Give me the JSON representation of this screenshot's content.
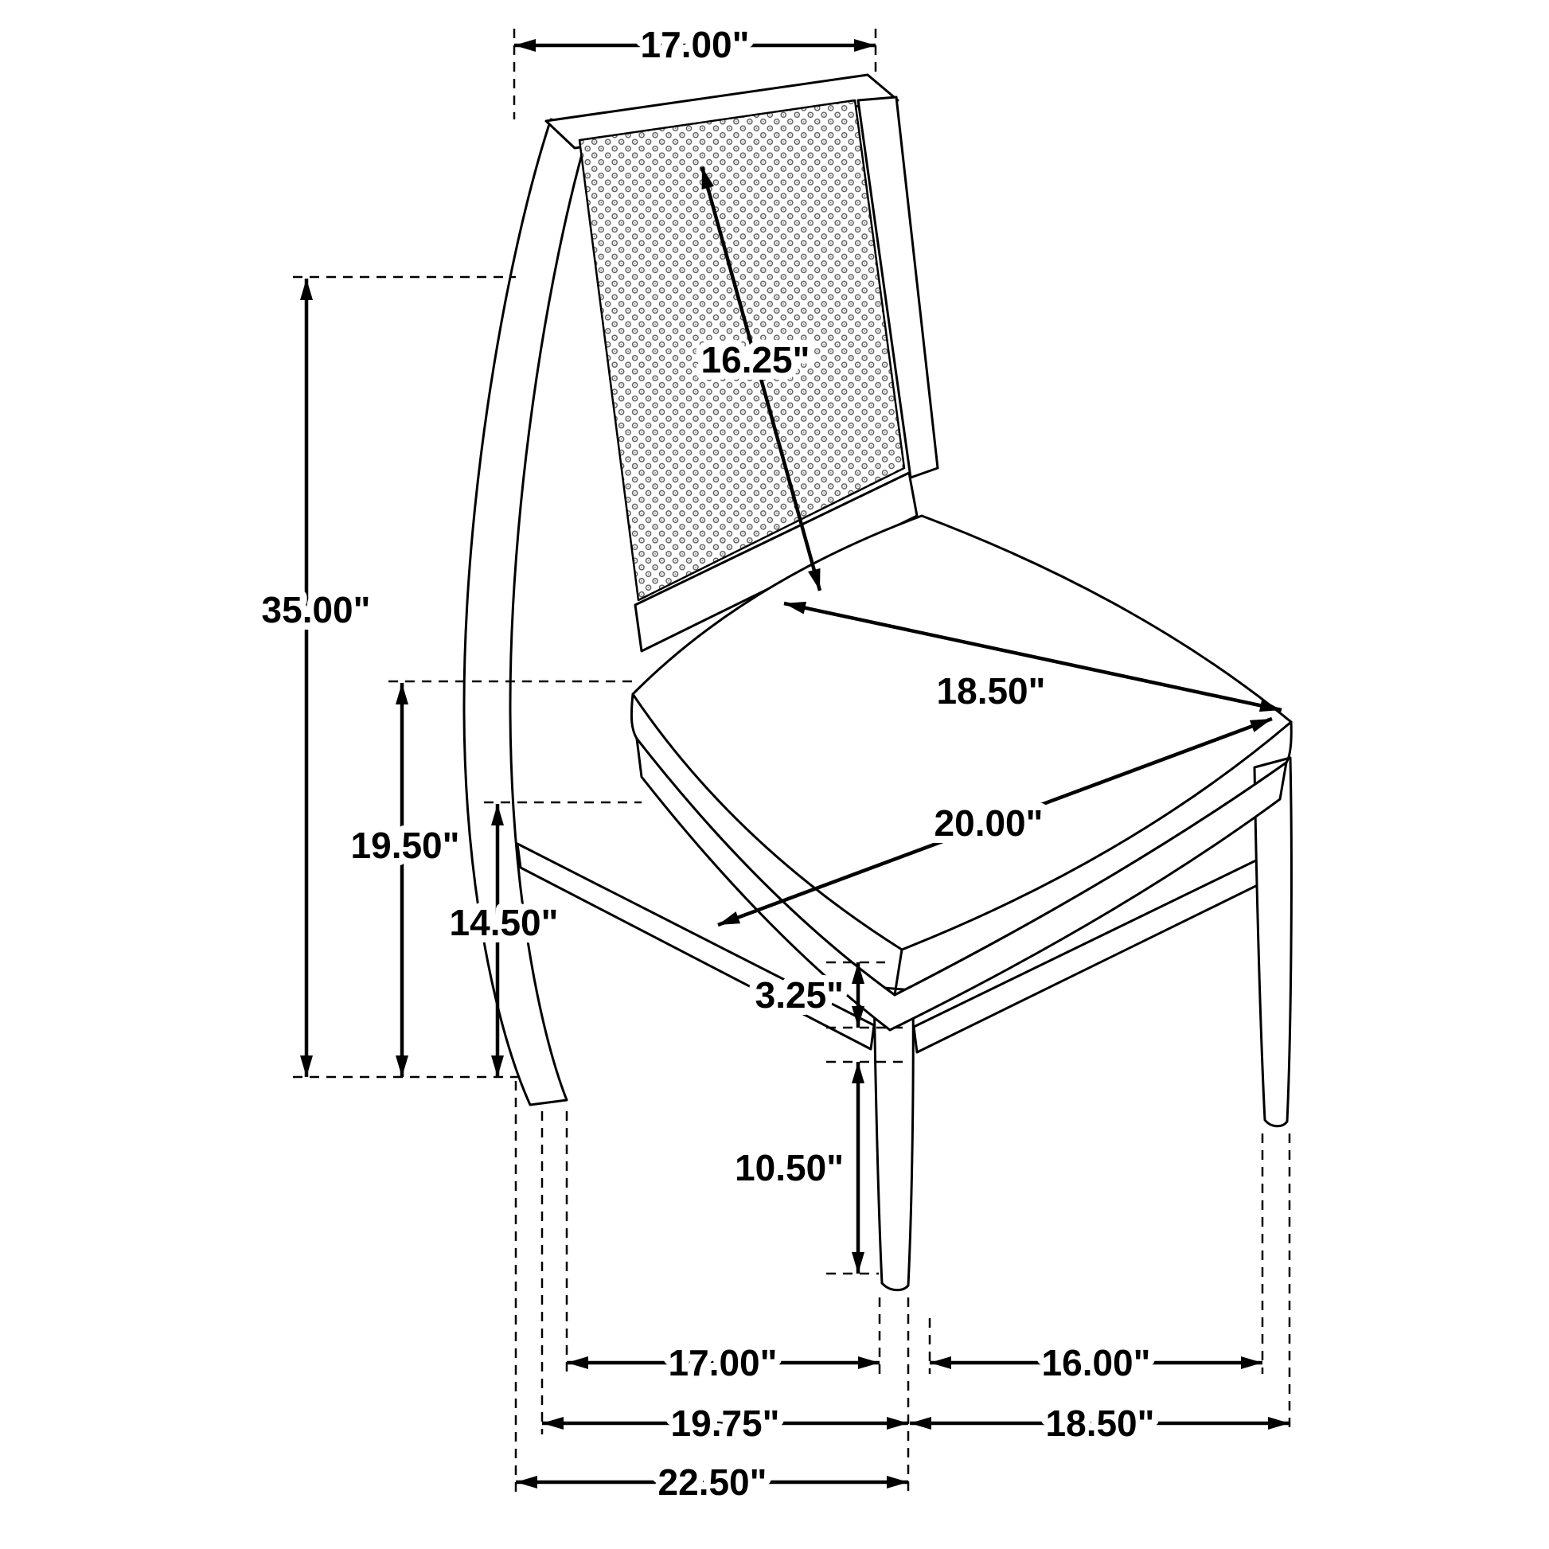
{
  "page": {
    "background": "#ffffff",
    "ink": "#000000"
  },
  "dimensions": {
    "top_width": "17.00\"",
    "back_diagonal": "16.25\"",
    "overall_height": "35.00\"",
    "seat_height": "19.50\"",
    "frame_height": "14.50\"",
    "seat_depth": "18.50\"",
    "seat_width": "20.00\"",
    "stretcher_gap": "3.25\"",
    "leg_height": "10.50\"",
    "legs_side_span": "17.00\"",
    "legs_front_span": "16.00\"",
    "base_mid_left": "19.75\"",
    "base_mid_right": "18.50\"",
    "base_overall": "22.50\""
  }
}
